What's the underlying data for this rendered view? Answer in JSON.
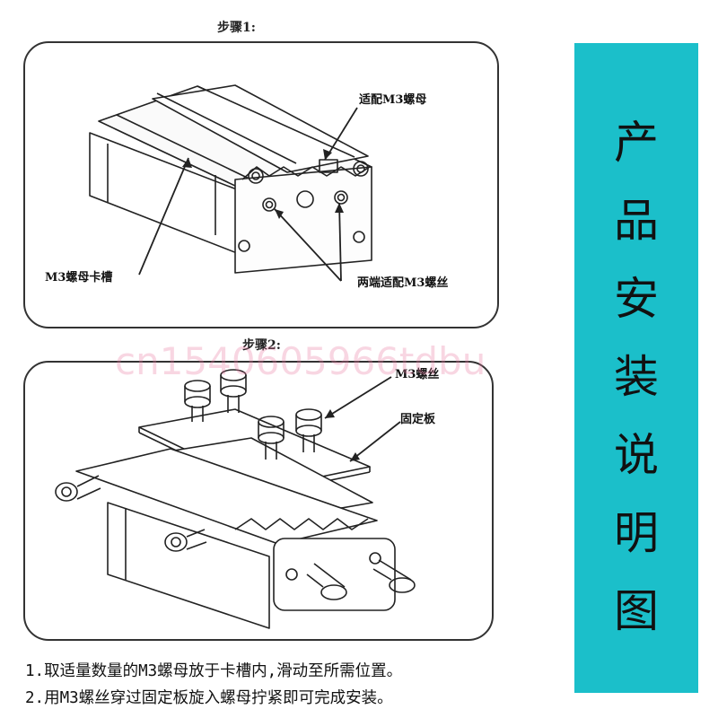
{
  "step1": {
    "title": "步骤1:",
    "callouts": {
      "nut": "适配M3螺母",
      "slot": "M3螺母卡槽",
      "screw_holes": "两端适配M3螺丝"
    }
  },
  "step2": {
    "title": "步骤2:",
    "callouts": {
      "screw": "M3螺丝",
      "plate": "固定板"
    }
  },
  "instructions": [
    "1.取适量数量的M3螺母放于卡槽内,滑动至所需位置。",
    "2.用M3螺丝穿过固定板旋入螺母拧紧即可完成安装。"
  ],
  "sidebar": {
    "chars": [
      "产",
      "品",
      "安",
      "装",
      "说",
      "明",
      "图"
    ],
    "color": "#1bbfca"
  },
  "watermark": "cn1540605966tdbu",
  "colors": {
    "line": "#222222",
    "panel_border": "#333333"
  }
}
